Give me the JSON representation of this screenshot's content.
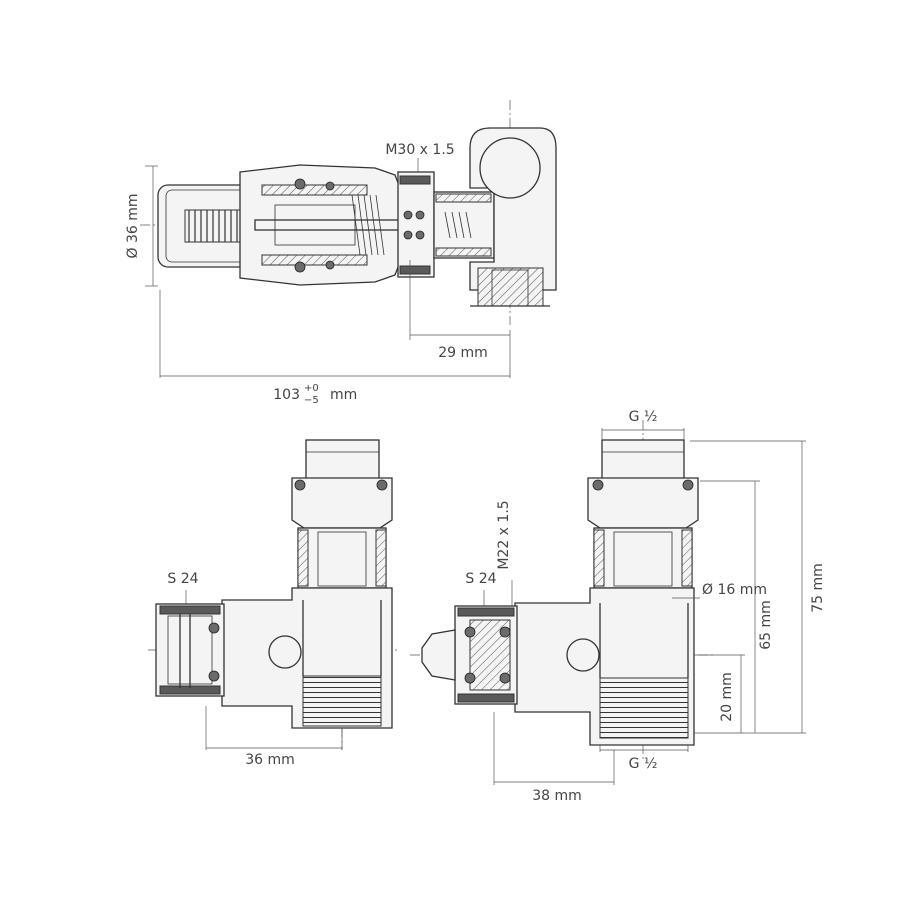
{
  "top_view": {
    "dims": {
      "thread_label": "M30 x 1.5",
      "diameter_label": "Ø 36 mm",
      "offset_label": "29 mm",
      "length_main": "103",
      "tol_upper": "+0",
      "tol_lower": "−5",
      "length_unit": "mm"
    }
  },
  "left_view": {
    "dims": {
      "wrench_label": "S 24",
      "offset_label": "36 mm"
    }
  },
  "right_view": {
    "dims": {
      "top_thread_label": "G ½",
      "side_thread_label": "M22 x 1.5",
      "wrench_label": "S 24",
      "bore_label": "Ø 16 mm",
      "height_65_label": "65 mm",
      "height_75_label": "75 mm",
      "height_20_label": "20 mm",
      "bottom_thread_label": "G ½",
      "offset_label": "38 mm"
    }
  }
}
